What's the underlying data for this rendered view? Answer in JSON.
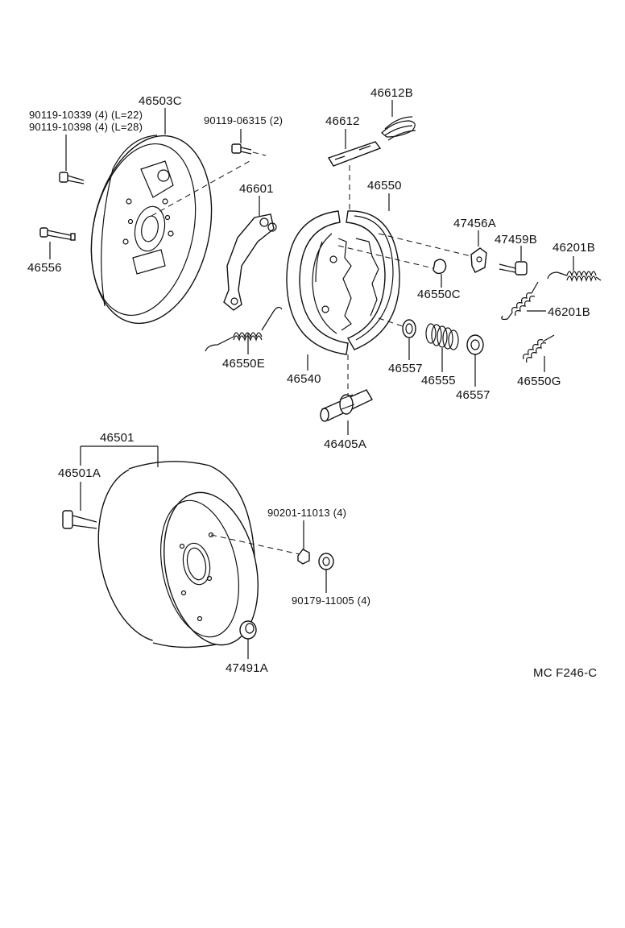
{
  "labels": {
    "p46503C": "46503C",
    "p90119_10339": "90119-10339 (4) (L=22)",
    "p90119_10398": "90119-10398 (4) (L=28)",
    "p90119_06315": "90119-06315 (2)",
    "p46612": "46612",
    "p46612B": "46612B",
    "p46601": "46601",
    "p46550": "46550",
    "p46556": "46556",
    "p47456A": "47456A",
    "p47459B": "47459B",
    "p46201B_top": "46201B",
    "p46550C": "46550C",
    "p46201B_mid": "46201B",
    "p46550E": "46550E",
    "p46540": "46540",
    "p46557_left": "46557",
    "p46555": "46555",
    "p46557_right": "46557",
    "p46550G": "46550G",
    "p46405A": "46405A",
    "p46501": "46501",
    "p46501A": "46501A",
    "p90201_11013": "90201-11013 (4)",
    "p90179_11005": "90179-11005 (4)",
    "p47491A": "47491A",
    "code": "MC F246-C"
  }
}
